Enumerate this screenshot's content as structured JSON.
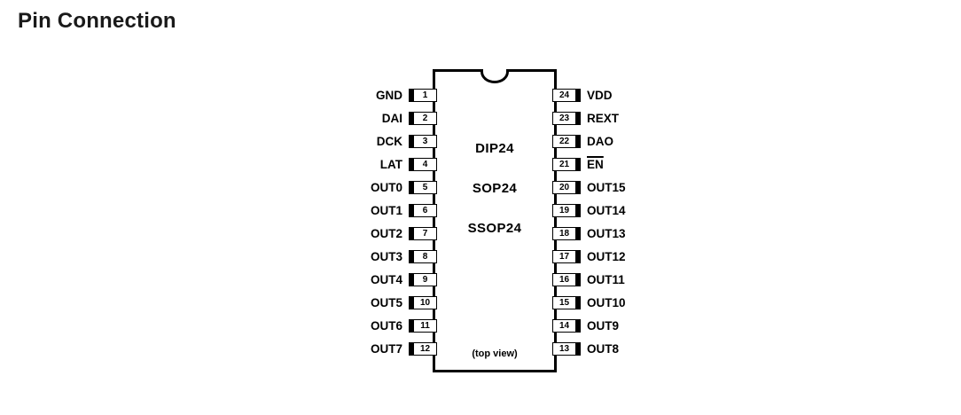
{
  "page": {
    "title": "Pin Connection"
  },
  "package": {
    "types": [
      "DIP24",
      "SOP24",
      "SSOP24"
    ],
    "view_label": "(top view)"
  },
  "pins": {
    "left": [
      {
        "name": "GND",
        "number": 1
      },
      {
        "name": "DAI",
        "number": 2
      },
      {
        "name": "DCK",
        "number": 3
      },
      {
        "name": "LAT",
        "number": 4
      },
      {
        "name": "OUT0",
        "number": 5
      },
      {
        "name": "OUT1",
        "number": 6
      },
      {
        "name": "OUT2",
        "number": 7
      },
      {
        "name": "OUT3",
        "number": 8
      },
      {
        "name": "OUT4",
        "number": 9
      },
      {
        "name": "OUT5",
        "number": 10
      },
      {
        "name": "OUT6",
        "number": 11
      },
      {
        "name": "OUT7",
        "number": 12
      }
    ],
    "right": [
      {
        "name": "VDD",
        "number": 24
      },
      {
        "name": "REXT",
        "number": 23
      },
      {
        "name": "DAO",
        "number": 22
      },
      {
        "name": "EN",
        "number": 21,
        "overline": true
      },
      {
        "name": "OUT15",
        "number": 20
      },
      {
        "name": "OUT14",
        "number": 19
      },
      {
        "name": "OUT13",
        "number": 18
      },
      {
        "name": "OUT12",
        "number": 17
      },
      {
        "name": "OUT11",
        "number": 16
      },
      {
        "name": "OUT10",
        "number": 15
      },
      {
        "name": "OUT9",
        "number": 14
      },
      {
        "name": "OUT8",
        "number": 13
      }
    ]
  },
  "colors": {
    "ink": "#000000",
    "title": "#1a1a1a",
    "background": "#ffffff"
  }
}
